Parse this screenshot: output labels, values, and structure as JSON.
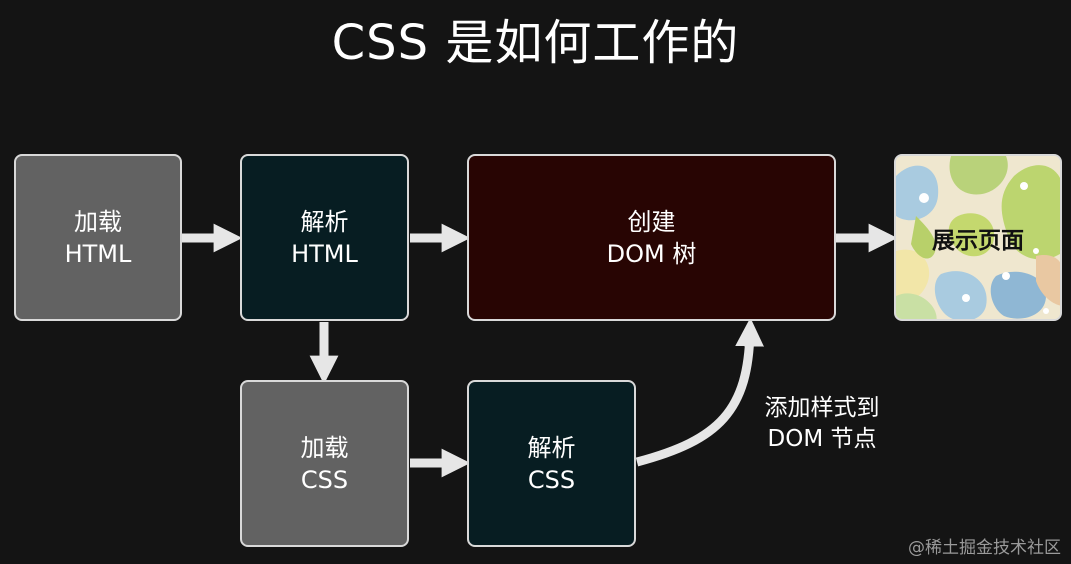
{
  "title": "CSS 是如何工作的",
  "nodes": {
    "load_html": {
      "line1": "加载",
      "line2": "HTML"
    },
    "parse_html": {
      "line1": "解析",
      "line2": "HTML"
    },
    "create_dom": {
      "line1": "创建",
      "line2": "DOM 树"
    },
    "show_page": {
      "label": "展示页面"
    },
    "load_css": {
      "line1": "加载",
      "line2": "CSS"
    },
    "parse_css": {
      "line1": "解析",
      "line2": "CSS"
    }
  },
  "edge_label": {
    "line1": "添加样式到",
    "line2": "DOM 节点"
  },
  "watermark": "@稀土掘金技术社区",
  "colors": {
    "background": "#141414",
    "grey_box": "#626262",
    "teal_box": "#071d22",
    "maroon_box": "#280503",
    "arrow": "#e6e6e6"
  }
}
